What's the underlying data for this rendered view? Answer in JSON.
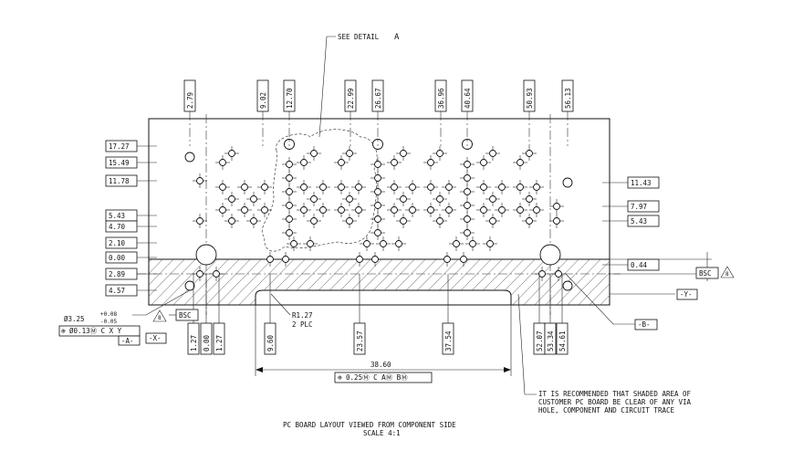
{
  "callouts": {
    "see_detail": "SEE DETAIL",
    "detail_letter": "A",
    "radius_label": "R1.27",
    "radius_qty": "2 PLC",
    "diameter_main": "Ø3.25",
    "tol_plus": "+0.08",
    "tol_minus": "-0.05",
    "fcf_diameter": "⊕ Ø0.13Ⓜ C X Y",
    "datum_a": "-A-",
    "datum_x": "-X-",
    "datum_y": "-Y-",
    "datum_b": "-B-",
    "bsc_left": "BSC",
    "bsc_right": "BSC",
    "note_triangle": "8",
    "overall_width": "38.60",
    "fcf_width": "⊕ 0.25Ⓜ C AⓂ BⓂ"
  },
  "top_dims": [
    "2.79",
    "9.02",
    "12.70",
    "22.99",
    "26.67",
    "36.96",
    "40.64",
    "50.93",
    "56.13"
  ],
  "left_dims": [
    "17.27",
    "15.49",
    "11.78",
    "5.43",
    "4.70",
    "2.10",
    "0.00",
    "2.89",
    "4.57"
  ],
  "right_dims": [
    "11.43",
    "7.97",
    "5.43",
    "0.44"
  ],
  "bottom_dims": [
    "1.27",
    "0.00",
    "1.27",
    "9.60",
    "23.57",
    "37.54",
    "52.07",
    "53.34",
    "54.61"
  ],
  "note": {
    "line1": "IT IS RECOMMENDED THAT SHADED AREA OF",
    "line2": "CUSTOMER PC BOARD BE CLEAR OF ANY VIA",
    "line3": "HOLE, COMPONENT AND CIRCUIT TRACE"
  },
  "caption": {
    "line1": "PC BOARD LAYOUT VIEWED FROM COMPONENT SIDE",
    "line2": "SCALE  4:1"
  }
}
